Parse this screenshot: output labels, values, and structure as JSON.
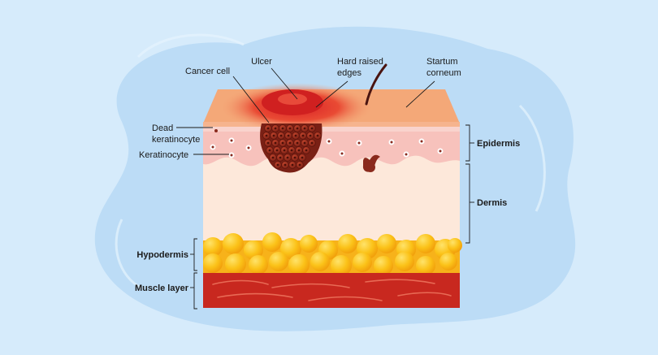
{
  "labels": {
    "ulcer": "Ulcer",
    "hard_raised_edges_line1": "Hard raised",
    "hard_raised_edges_line2": "edges",
    "stratum_corneum_line1": "Startum",
    "stratum_corneum_line2": "corneum",
    "cancer_cell": "Cancer cell",
    "dead_keratinocyte_line1": "Dead",
    "dead_keratinocyte_line2": "keratinocyte",
    "keratinocyte": "Keratinocyte",
    "epidermis": "Epidermis",
    "dermis": "Dermis",
    "hypodermis": "Hypodermis",
    "muscle_layer": "Muscle layer"
  },
  "colors": {
    "background": "#d6ebfb",
    "blob": "#bcdcf6",
    "top_surface": "#f4a878",
    "ulcer_red": "#d81f26",
    "epidermis_pink": "#f7c2bc",
    "dermis": "#fde8da",
    "fat_yellow": "#fbc218",
    "muscle_red": "#c8281f",
    "tumor": "#8a2a1d"
  }
}
